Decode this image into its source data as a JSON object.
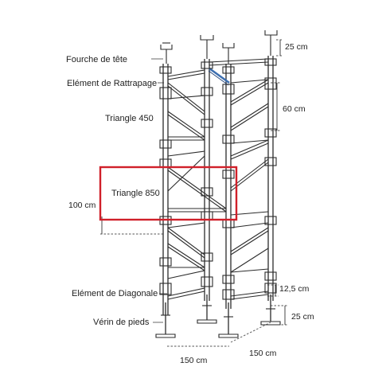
{
  "diagram": {
    "labels": {
      "fourche": "Fourche de tête",
      "rattrapage": "Elément de Rattrapage",
      "triangle450": "Triangle 450",
      "triangle850": "Triangle 850",
      "diagonale": "Elément de Diagonale",
      "verin": "Vérin de pieds"
    },
    "dimensions": {
      "d25top": "25 cm",
      "d60": "60 cm",
      "d100": "100 cm",
      "d125": "12,5 cm",
      "d25bottom": "25 cm",
      "d150left": "150 cm",
      "d150right": "150 cm"
    },
    "colors": {
      "highlight": "#d0202a",
      "brace": "#3d6fb0",
      "line": "#2b2b2b"
    }
  }
}
